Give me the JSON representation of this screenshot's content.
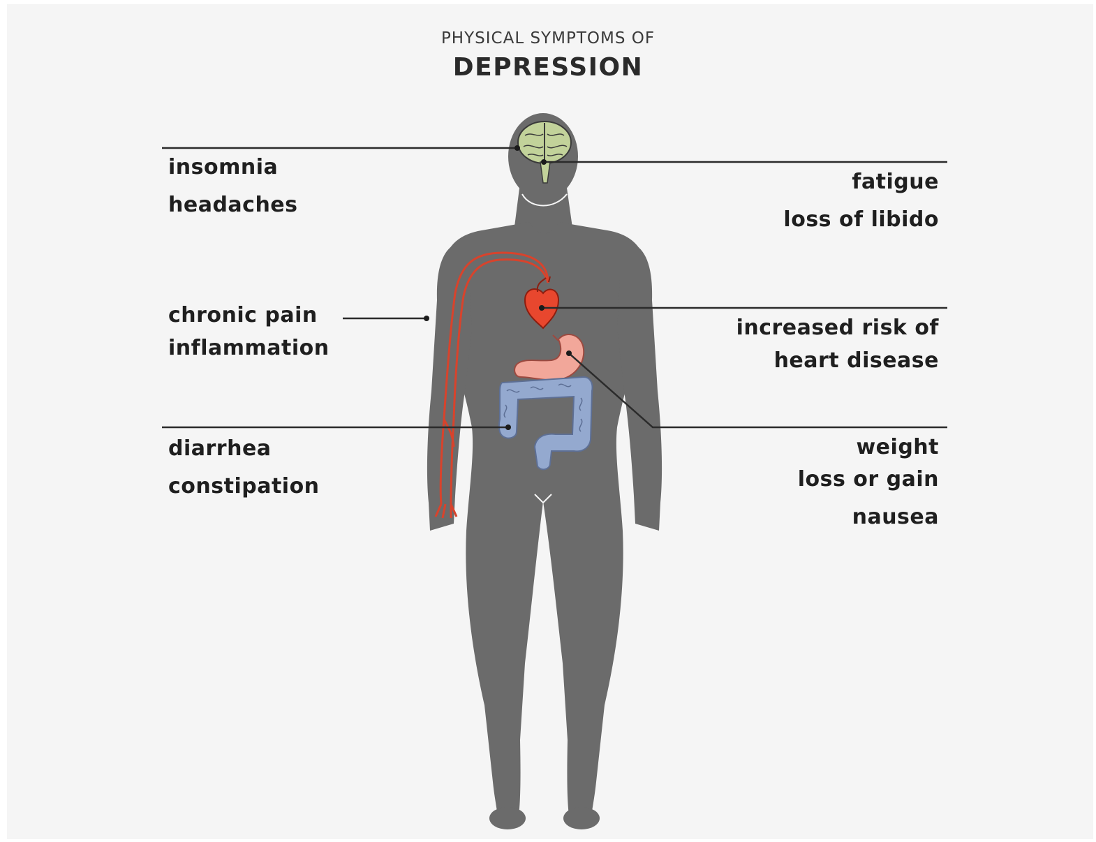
{
  "title": {
    "subtitle": "PHYSICAL SYMPTOMS OF",
    "main": "DEPRESSION"
  },
  "labels": {
    "insomnia": "insomnia",
    "headaches": "headaches",
    "fatigue": "fatigue",
    "libido": "loss of libido",
    "chronic_pain": "chronic pain",
    "inflammation": "inflammation",
    "heart_line1": "increased risk of",
    "heart_line2": "heart disease",
    "diarrhea": "diarrhea",
    "constipation": "constipation",
    "weight": "weight",
    "weight_change": "loss or gain",
    "nausea": "nausea"
  },
  "colors": {
    "background": "#f5f5f5",
    "body": "#6b6b6b",
    "brain": "#c2d29a",
    "nerves": "#d8432c",
    "heart": "#e8472e",
    "stomach": "#f2a79a",
    "intestines": "#94a9cf",
    "leader_line": "#2b2b2b"
  }
}
